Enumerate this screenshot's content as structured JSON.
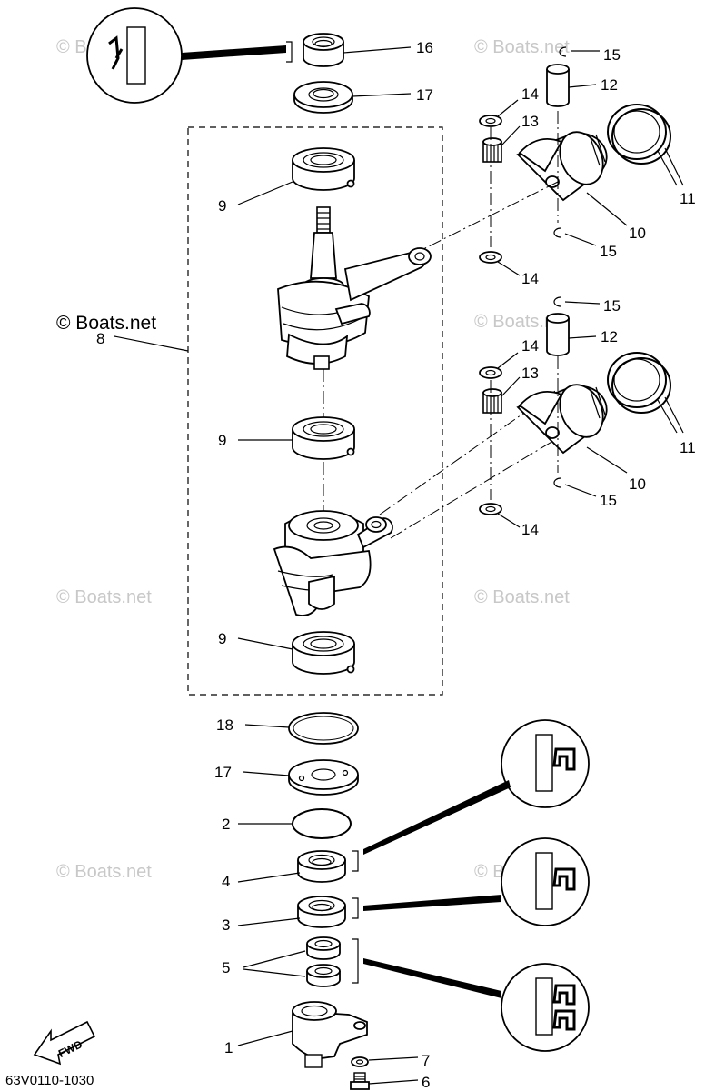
{
  "watermark": "© Boats.net",
  "brand_label": "© Boats.net",
  "diagram_code": "63V0110-1030",
  "fwd_label": "FWD",
  "callouts": {
    "c16": "16",
    "c17a": "17",
    "c15a": "15",
    "c12a": "12",
    "c14a": "14",
    "c13a": "13",
    "c11a": "11",
    "c10a": "10",
    "c15b": "15",
    "c14b": "14",
    "c9a": "9",
    "c8": "8",
    "c15c": "15",
    "c12b": "12",
    "c14c": "14",
    "c13b": "13",
    "c11b": "11",
    "c9b": "9",
    "c10b": "10",
    "c15d": "15",
    "c14d": "14",
    "c9c": "9",
    "c18": "18",
    "c17b": "17",
    "c2": "2",
    "c4": "4",
    "c3": "3",
    "c5": "5",
    "c1": "1",
    "c7": "7",
    "c6": "6"
  }
}
